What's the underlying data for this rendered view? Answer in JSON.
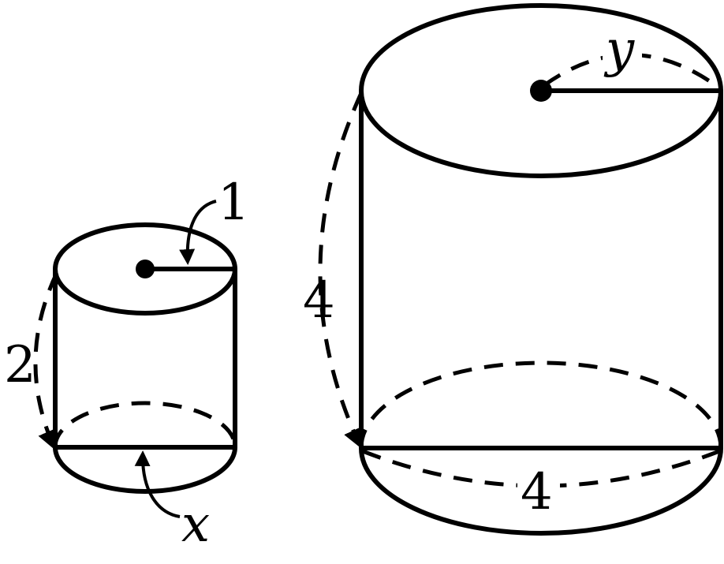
{
  "figure": {
    "small_cylinder": {
      "radius_label": "1",
      "height_label": "2",
      "diameter_label": "x"
    },
    "large_cylinder": {
      "radius_label": "y",
      "height_label": "4",
      "diameter_label": "4"
    }
  }
}
